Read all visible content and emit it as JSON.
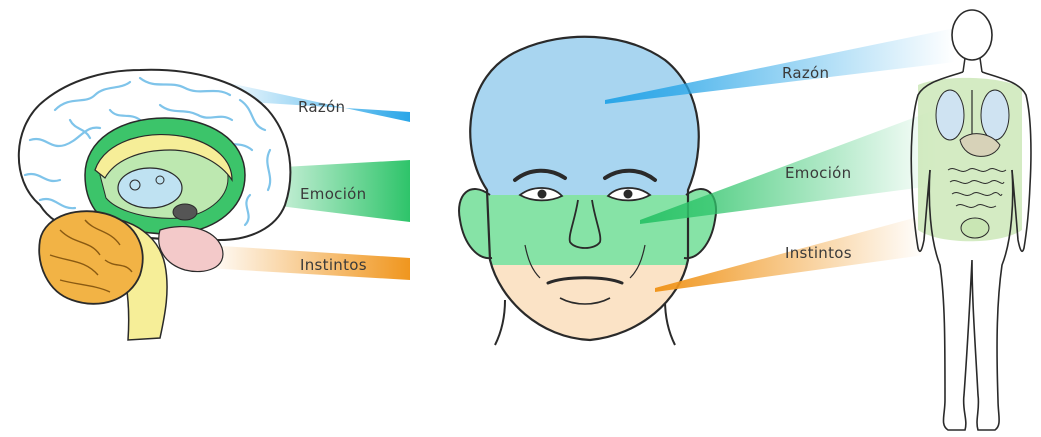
{
  "labels": {
    "brain": {
      "razon": "Razón",
      "emocion": "Emoción",
      "instintos": "Instintos"
    },
    "head": {
      "razon": "Razón",
      "emocion": "Emoción",
      "instintos": "Instintos"
    }
  },
  "colors": {
    "razon": "#2aa6e8",
    "emocion": "#2ec46a",
    "instintos": "#f0961e",
    "outline": "#2a2a2a",
    "skin": "#fbe3c6"
  }
}
